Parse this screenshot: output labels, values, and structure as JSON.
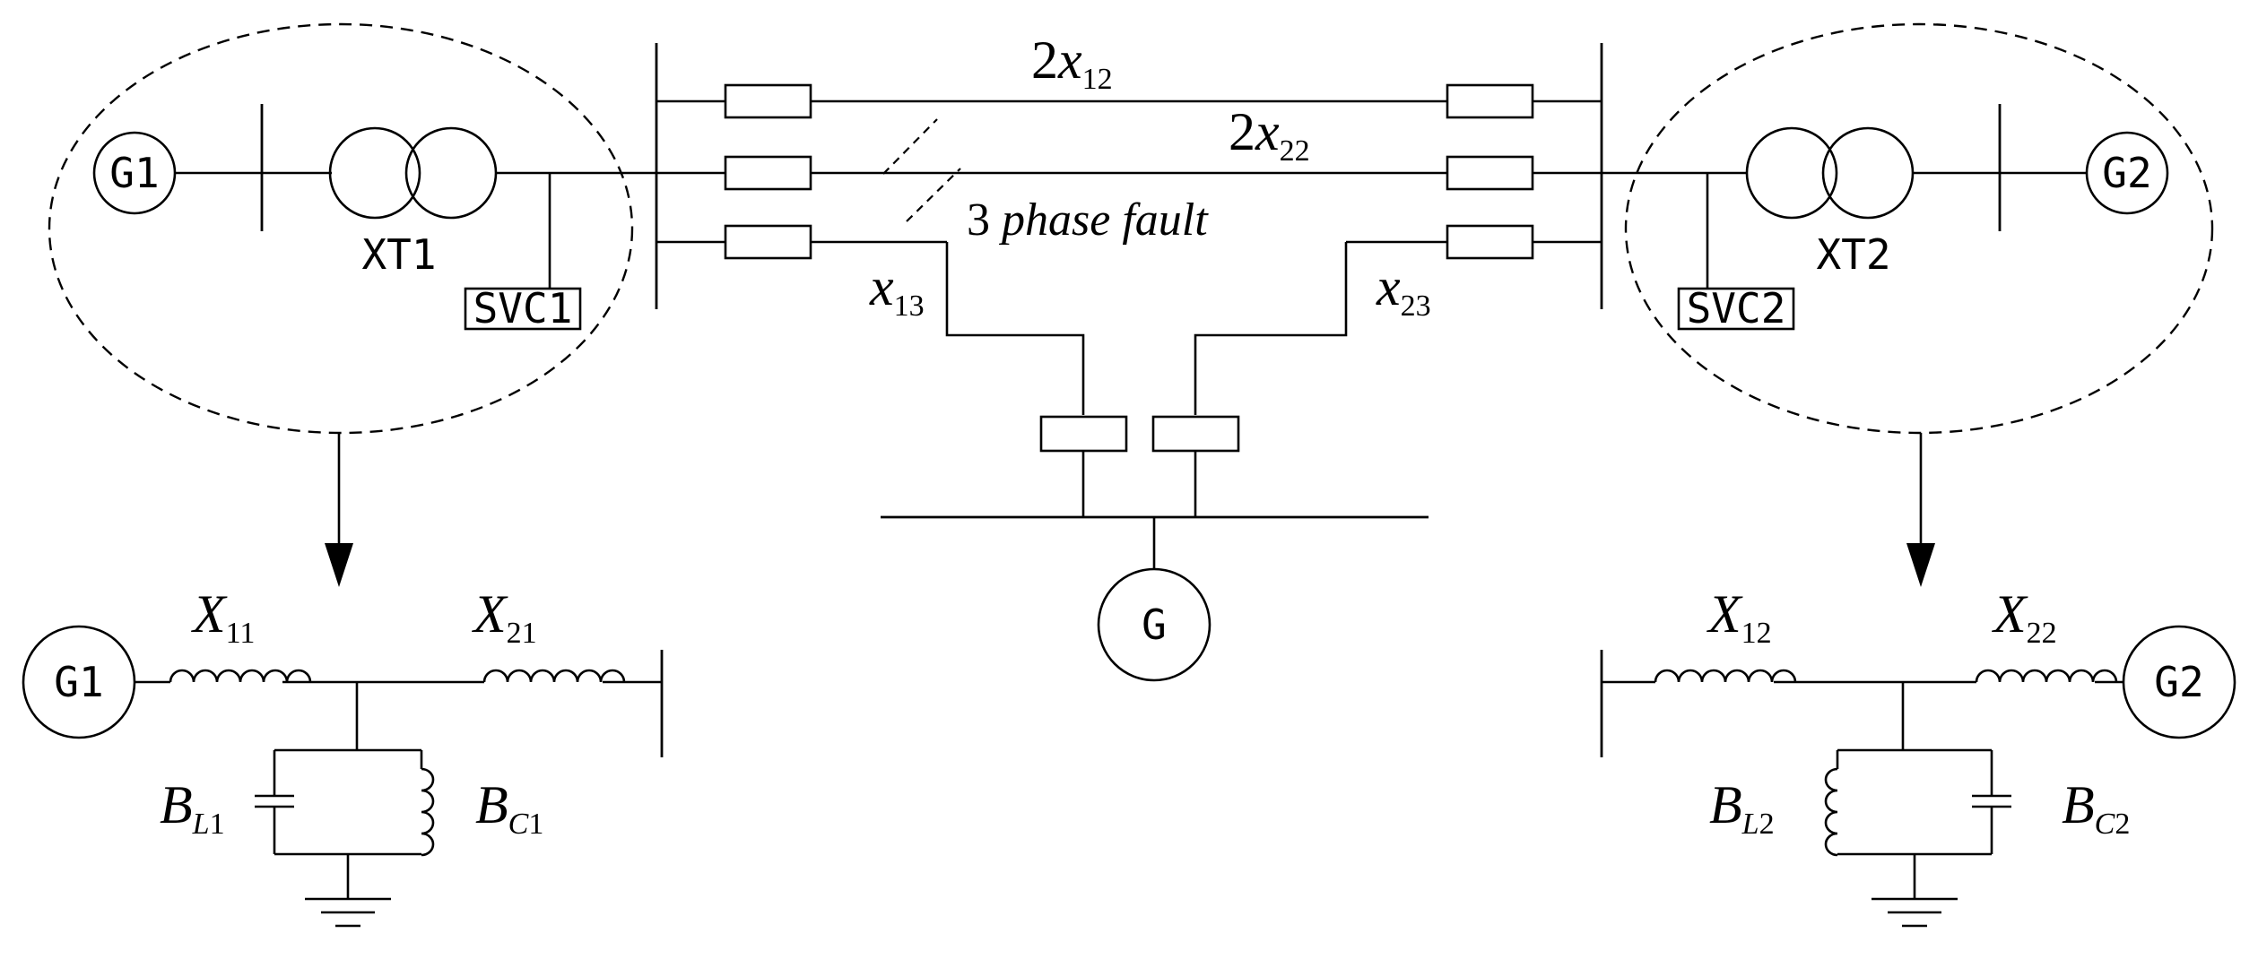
{
  "generators": {
    "g1_top": "G1",
    "g2_top": "G2",
    "g_center": "G",
    "g1_bottom": "G1",
    "g2_bottom": "G2"
  },
  "transformers": {
    "xt1": "XT1",
    "xt2": "XT2"
  },
  "svc": {
    "svc1": "SVC1",
    "svc2": "SVC2"
  },
  "lines": {
    "x12": {
      "coef": "2",
      "var": "x",
      "sub": "12"
    },
    "x22": {
      "coef": "2",
      "var": "x",
      "sub": "22"
    },
    "x13": {
      "var": "x",
      "sub": "13"
    },
    "x23": {
      "var": "x",
      "sub": "23"
    }
  },
  "fault_label": {
    "num": "3 ",
    "text": "phase fault"
  },
  "left_equivalent": {
    "X11": {
      "var": "X",
      "sub": "11"
    },
    "X21": {
      "var": "X",
      "sub": "21"
    },
    "BL1": {
      "var": "B",
      "sub_it": "L",
      "sub": "1"
    },
    "BC1": {
      "var": "B",
      "sub_it": "C",
      "sub": "1"
    }
  },
  "right_equivalent": {
    "X12": {
      "var": "X",
      "sub": "12"
    },
    "X22": {
      "var": "X",
      "sub": "22"
    },
    "BL2": {
      "var": "B",
      "sub_it": "L",
      "sub": "2"
    },
    "BC2": {
      "var": "B",
      "sub_it": "C",
      "sub": "2"
    }
  }
}
